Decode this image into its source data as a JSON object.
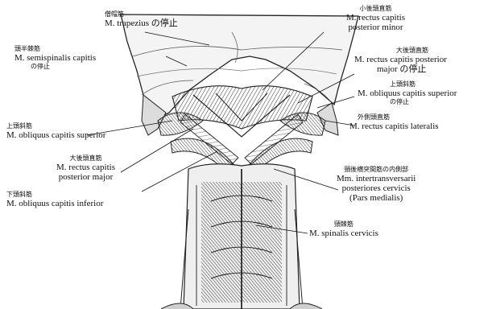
{
  "labels": {
    "trapezius": {
      "jp": "僧帽筋",
      "latin": "M. trapezius の停止"
    },
    "semispinalis": {
      "jp": "頭半棘筋",
      "latin": "M. semispinalis capitis",
      "note": "の停止"
    },
    "oblique_sup_left": {
      "jp": "上頭斜筋",
      "latin": "M. obliquus capitis superior"
    },
    "rect_post_major_left": {
      "jp": "大後頭直筋",
      "latin1": "M. rectus capitis",
      "latin2": "posterior major"
    },
    "oblique_inf": {
      "jp": "下頭斜筋",
      "latin": "M. obliquus capitis inferior"
    },
    "rect_post_minor": {
      "jp": "小後頭直筋",
      "latin1": "M. rectus capitis",
      "latin2": "posterior minor"
    },
    "rect_post_major_right": {
      "jp": "大後頭直筋",
      "latin1": "M. rectus capitis posterior",
      "latin2": "major の停止"
    },
    "oblique_sup_right": {
      "jp": "上頭斜筋",
      "latin1": "M. obliquus capitis superior",
      "latin2": "の停止"
    },
    "rect_lateralis": {
      "jp": "外側頭直筋",
      "latin": "M. rectus capitis lateralis"
    },
    "intertransversarii": {
      "jp": "頸後横突間筋の内側部",
      "latin1": "Mm. intertransversarii",
      "latin2": "posteriores cervicis",
      "latin3": "(Pars medialis)"
    },
    "spinalis": {
      "jp": "頸棘筋",
      "latin": "M. spinalis cervicis"
    }
  },
  "colors": {
    "ink": "#1a1a1a",
    "paper": "#ffffff",
    "shade": "#8a8a8a"
  }
}
